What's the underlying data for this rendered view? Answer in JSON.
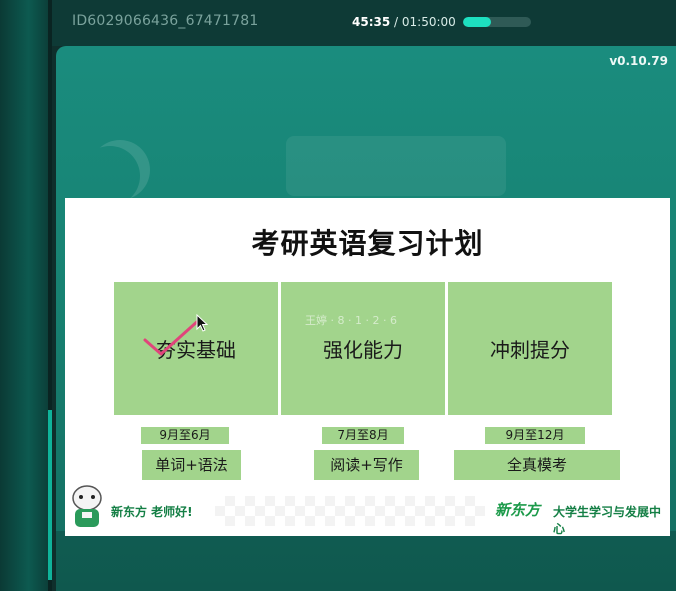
{
  "topbar": {
    "session_id": "ID6029066436_67471781",
    "time_current": "45:35",
    "time_separator": " / ",
    "time_total": "01:50:00",
    "progress_fraction": 0.41
  },
  "stage": {
    "version": "v0.10.79"
  },
  "slide": {
    "title": "考研英语复习计划",
    "watermark": "王婷 · 8 · 1 · 2 · 6",
    "phases": [
      {
        "name": "夯实基础",
        "period": "9月至6月",
        "task": "单词+语法"
      },
      {
        "name": "强化能力",
        "period": "7月至8月",
        "task": "阅读+写作"
      },
      {
        "name": "冲刺提分",
        "period": "9月至12月",
        "task": "全真模考"
      }
    ],
    "footer": {
      "greeting": "新东方 老师好!",
      "logo": "新东方",
      "center": "大学生学习与发展中心"
    }
  },
  "colors": {
    "box": "#a2d48c",
    "annotation": "#e0457b",
    "accent": "#1de0c0"
  }
}
